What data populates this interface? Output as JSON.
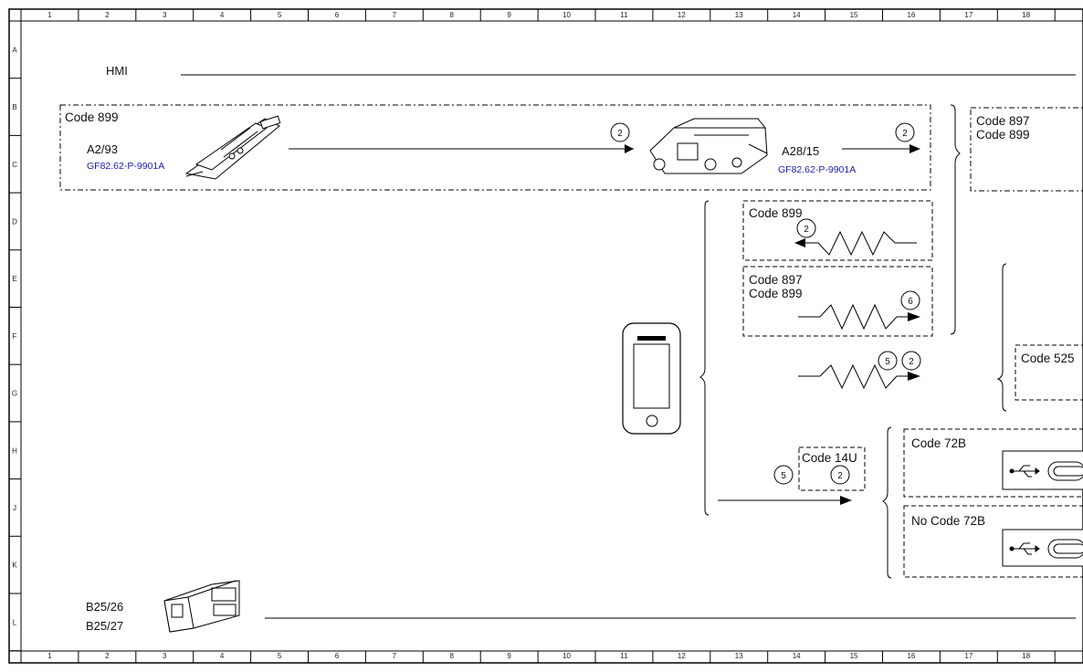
{
  "rulers": {
    "columns": [
      "1",
      "2",
      "3",
      "4",
      "5",
      "6",
      "7",
      "8",
      "9",
      "10",
      "11",
      "12",
      "13",
      "14",
      "15",
      "16",
      "17",
      "18"
    ],
    "rows": [
      "A",
      "B",
      "C",
      "D",
      "E",
      "F",
      "G",
      "H",
      "J",
      "K",
      "L"
    ]
  },
  "labels": {
    "hmi": "HMI",
    "a2_93": "A2/93",
    "a2_93_link": "GF82.62-P-9901A",
    "a28_15": "A28/15",
    "a28_15_link": "GF82.62-P-9901A",
    "b25_26": "B25/26",
    "b25_27": "B25/27"
  },
  "codes": {
    "code_899_main": "Code 899",
    "code_897_right": "Code 897",
    "code_899_right": "Code 899",
    "code_899_d": "Code 899",
    "code_897_e": "Code 897",
    "code_899_e": "Code 899",
    "code_525": "Code 525",
    "code_14u": "Code 14U",
    "code_72b": "Code 72B",
    "no_code_72b": "No Code 72B"
  },
  "markers": {
    "m_top_left": "2",
    "m_top_right": "2",
    "m_d": "2",
    "m_e": "6",
    "m_g1": "5",
    "m_g2": "2",
    "m_h_out": "5",
    "m_h_in": "2"
  }
}
